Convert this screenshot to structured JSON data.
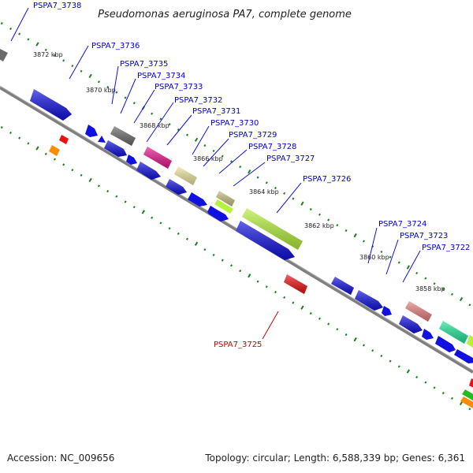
{
  "title": "Pseudomonas aeruginosa PA7, complete genome",
  "footer": {
    "accession": "Accession: NC_009656",
    "summary": "Topology: circular; Length: 6,588,339 bp; Genes: 6,361"
  },
  "scale_labels": [
    "3872 kbp",
    "3870 kbp",
    "3868 kbp",
    "3866 kbp",
    "3864 kbp",
    "3862 kbp",
    "3860 kbp",
    "3858 kbp"
  ],
  "genes": [
    {
      "id": "PSPA7_3738",
      "color": "#0000cc"
    },
    {
      "id": "PSPA7_3736",
      "color": "#0000cc"
    },
    {
      "id": "PSPA7_3735",
      "color": "#0000cc"
    },
    {
      "id": "PSPA7_3734",
      "color": "#0000cc"
    },
    {
      "id": "PSPA7_3733",
      "color": "#0000cc"
    },
    {
      "id": "PSPA7_3732",
      "color": "#0000cc"
    },
    {
      "id": "PSPA7_3731",
      "color": "#0000cc"
    },
    {
      "id": "PSPA7_3730",
      "color": "#0000cc"
    },
    {
      "id": "PSPA7_3729",
      "color": "#0000cc"
    },
    {
      "id": "PSPA7_3728",
      "color": "#0000cc"
    },
    {
      "id": "PSPA7_3727",
      "color": "#0000cc"
    },
    {
      "id": "PSPA7_3726",
      "color": "#0000cc"
    },
    {
      "id": "PSPA7_3724",
      "color": "#0000cc"
    },
    {
      "id": "PSPA7_3723",
      "color": "#0000cc"
    },
    {
      "id": "PSPA7_3722",
      "color": "#0000cc"
    },
    {
      "id": "PSPA7_3725",
      "color": "#cc0000"
    }
  ],
  "colors": {
    "backbone": "#7f7f7f",
    "tick_dots": "#1a7f1a",
    "blue_gene": "#1010e0",
    "gray_gene": "#6a6a6a",
    "magenta_gene": "#e8158a",
    "khaki_gene": "#efe6a0",
    "olive_gene": "#c8c080",
    "lime_gene": "#b6f23c",
    "red_gene": "#ee1010",
    "orange_gene": "#ff8c00",
    "pink_gene": "#e98080",
    "teal_gene": "#20e69a"
  }
}
